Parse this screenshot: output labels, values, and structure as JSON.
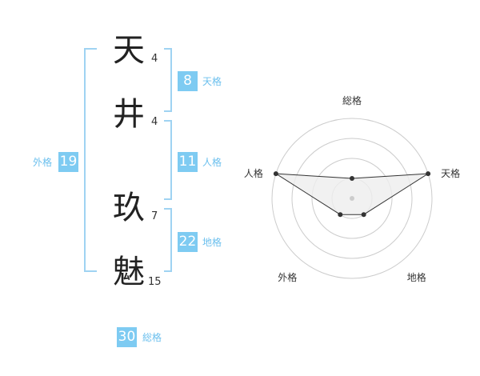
{
  "name": {
    "characters": [
      {
        "char": "天",
        "strokes": "4"
      },
      {
        "char": "井",
        "strokes": "4"
      },
      {
        "char": "玖",
        "strokes": "7"
      },
      {
        "char": "魅",
        "strokes": "15"
      }
    ]
  },
  "fortune": {
    "tenkaku": {
      "value": "8",
      "label": "天格"
    },
    "jinkaku": {
      "value": "11",
      "label": "人格"
    },
    "chikaku": {
      "value": "22",
      "label": "地格"
    },
    "gaikaku": {
      "value": "19",
      "label": "外格"
    },
    "soukaku": {
      "value": "30",
      "label": "総格"
    }
  },
  "chart_data": {
    "type": "radar",
    "axes": [
      "総格",
      "天格",
      "地格",
      "外格",
      "人格"
    ],
    "rings": 4,
    "max": 4,
    "values": [
      1,
      4,
      1,
      1,
      4
    ],
    "colors": {
      "grid": "#cccccc",
      "fill": "#eeeeee",
      "line": "#333333",
      "point": "#333333",
      "center": "#cccccc"
    }
  }
}
